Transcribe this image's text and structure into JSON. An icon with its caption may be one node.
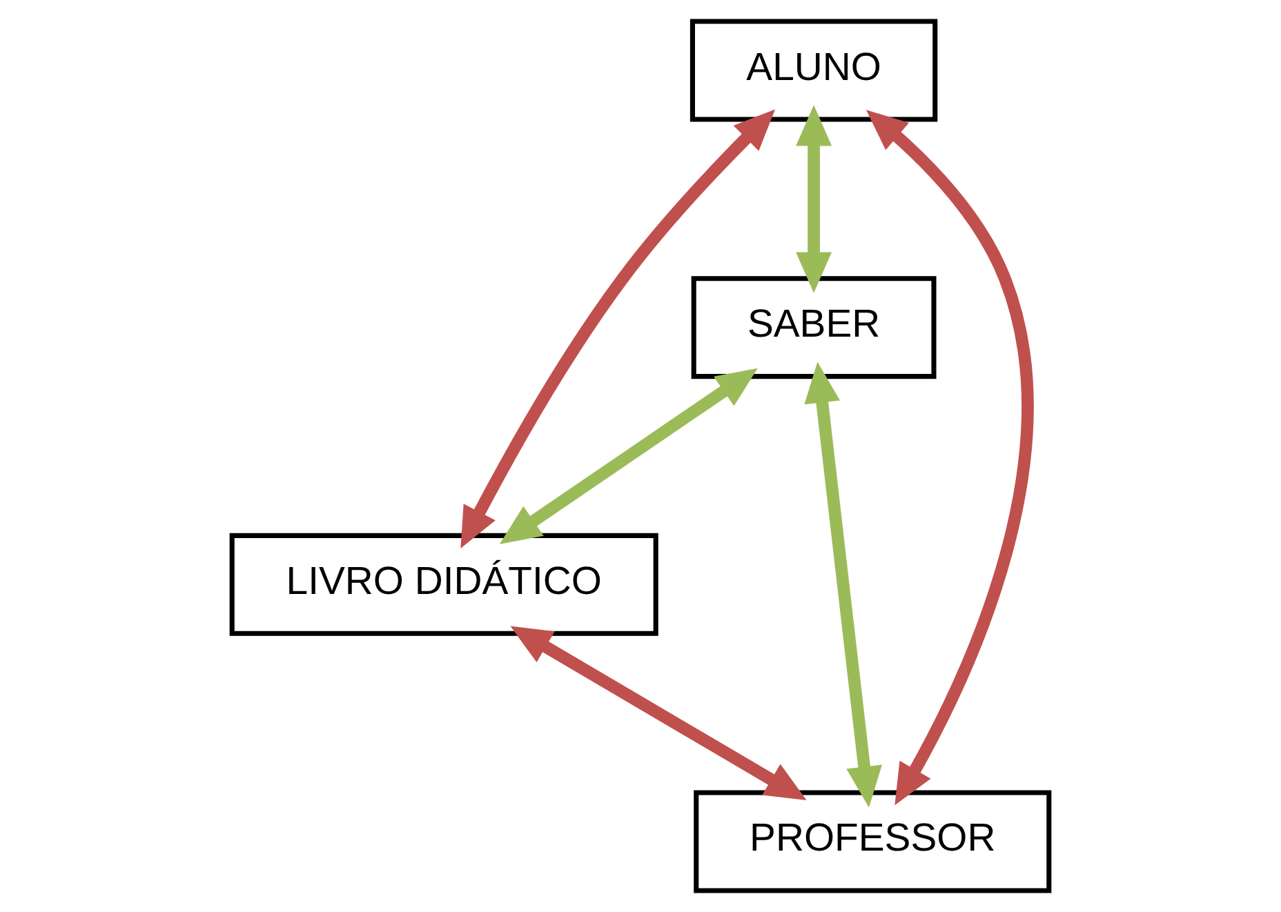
{
  "diagram": {
    "nodes": [
      {
        "text": [
          "LIVRO DIDÁTICO"
        ]
      },
      {
        "text": [
          "ALUNO"
        ]
      },
      {
        "text": [
          "SABER"
        ]
      },
      {
        "text": [
          "PROFESSOR"
        ]
      }
    ],
    "edges": [
      {
        "from": 1,
        "to": 0,
        "arrow": "both",
        "color": "#c0504d"
      },
      {
        "from": 2,
        "to": 0,
        "arrow": "both",
        "color": "#9bbb59"
      },
      {
        "from": 0,
        "to": 3,
        "arrow": "both",
        "color": "#c0504d"
      },
      {
        "from": 1,
        "to": 2,
        "arrow": "both",
        "color": "#9bbb59"
      },
      {
        "from": 2,
        "to": 3,
        "arrow": "both",
        "color": "#9bbb59"
      },
      {
        "from": 1,
        "to": 3,
        "arrow": "both",
        "color": "#c0504d"
      }
    ]
  }
}
